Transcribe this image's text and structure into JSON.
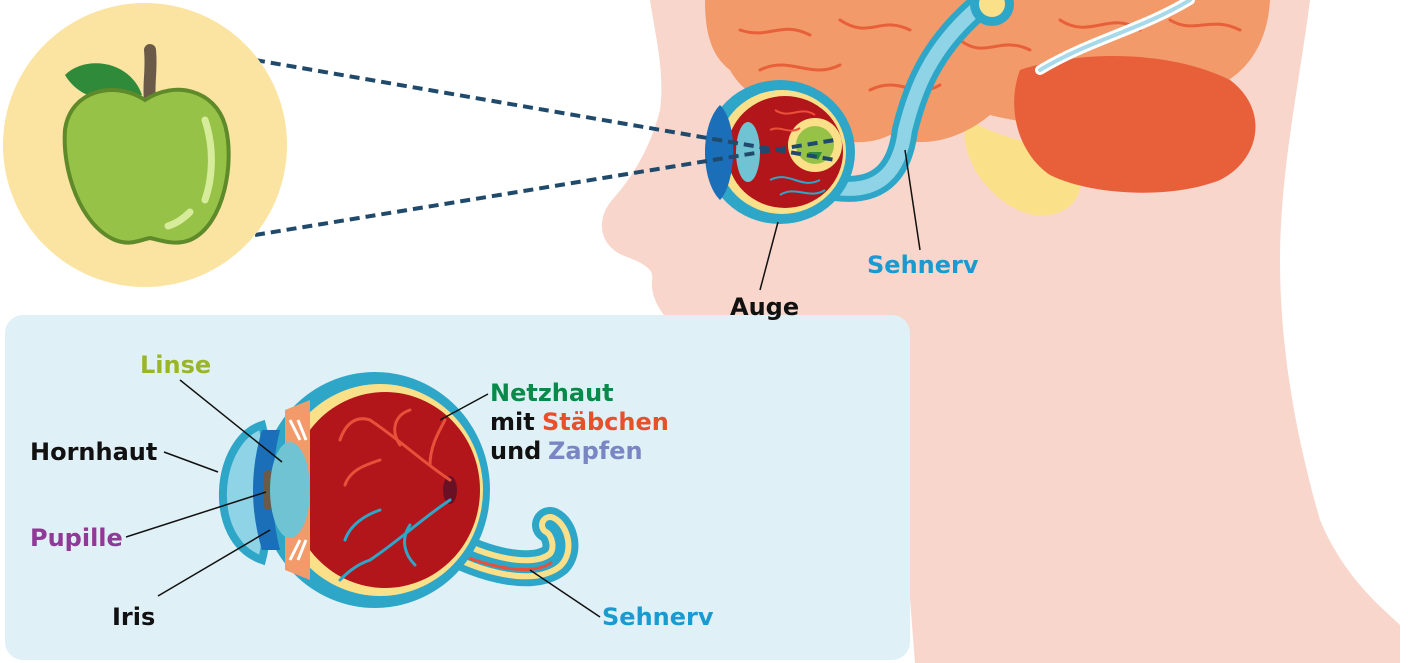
{
  "labels": {
    "linse": "Linse",
    "hornhaut": "Hornhaut",
    "pupille": "Pupille",
    "iris": "Iris",
    "netzhaut": "Netzhaut",
    "mit": "mit",
    "staebchen": "Stäbchen",
    "und": "und",
    "zapfen": "Zapfen",
    "sehnerv_detail": "Sehnerv",
    "auge": "Auge",
    "sehnerv_head": "Sehnerv"
  },
  "colors": {
    "linse": "#9bb52a",
    "pupille": "#8e3a96",
    "netzhaut": "#0a8a4a",
    "staebchen": "#e8502a",
    "zapfen": "#7a86c4",
    "sehnerv": "#1a9ad0",
    "black": "#111111",
    "skin": "#f9d6cc",
    "panel": "#dff0f6",
    "apple_circle": "#fbe3a2",
    "apple": "#97c248"
  }
}
